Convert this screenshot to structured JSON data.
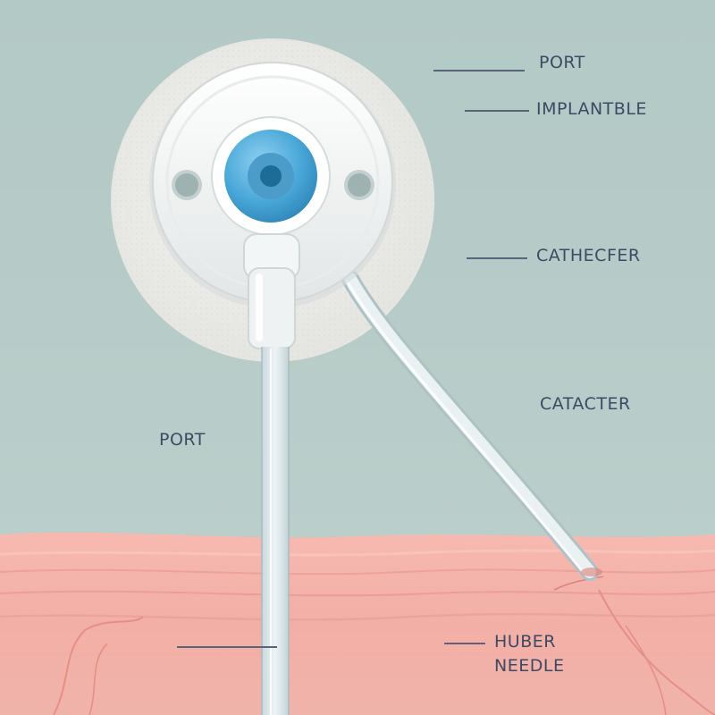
{
  "labels": {
    "port_top": "PORT",
    "implantable": "IMPLANTBLE",
    "catheter_1": "CATHECFER",
    "catheter_2": "CATACTER",
    "port_left": "PORT",
    "huber_line1": "HUBER",
    "huber_line2": "NEEDLE"
  },
  "colors": {
    "background": "#b7ccc8",
    "skin": "#f3b5ac",
    "port_body": "#f4f6f5",
    "septum": "#4aa8d8",
    "label_text": "#3d4a63"
  }
}
